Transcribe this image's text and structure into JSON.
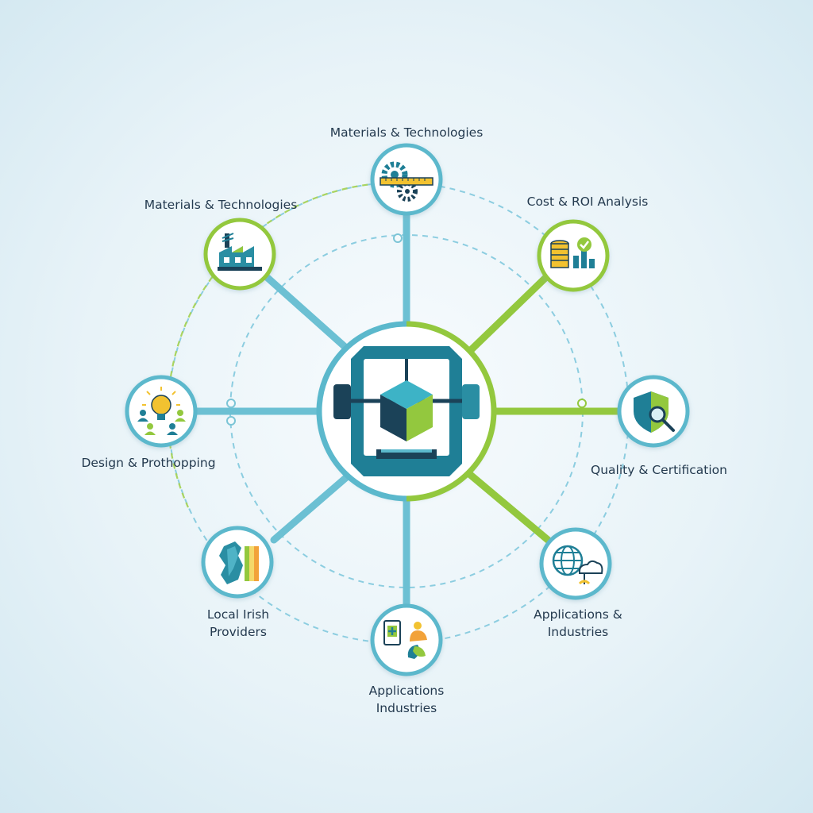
{
  "colors": {
    "teal": "#5bb8cc",
    "green": "#93c83e",
    "dark_teal": "#1f7f96",
    "navy": "#1b4258",
    "dashed_outer": "#8ccde0",
    "dashed_green": "#a9d45f",
    "text": "#243a4f"
  },
  "hub": {
    "icon": "3d-printer-icon"
  },
  "nodes": [
    {
      "id": "top",
      "lines": [
        "Materials & Technologies"
      ],
      "icon": "gear-ruler-icon",
      "ring": "teal"
    },
    {
      "id": "top-left",
      "lines": [
        "Materials & Technologies"
      ],
      "icon": "factory-icon",
      "ring": "green"
    },
    {
      "id": "top-right",
      "lines": [
        "Cost & ROI Analysis"
      ],
      "icon": "coins-chart-icon",
      "ring": "green"
    },
    {
      "id": "left",
      "lines": [
        "Design & Prothopping"
      ],
      "icon": "lightbulb-team-icon",
      "ring": "teal"
    },
    {
      "id": "right",
      "lines": [
        "Quality & Certification"
      ],
      "icon": "shield-magnifier-icon",
      "ring": "teal"
    },
    {
      "id": "bottom-left",
      "lines": [
        "Local Irish",
        "Providers"
      ],
      "icon": "ireland-map-icon",
      "ring": "teal"
    },
    {
      "id": "bottom-right",
      "lines": [
        "Applications &",
        "Industries"
      ],
      "icon": "globe-cloud-icon",
      "ring": "teal"
    },
    {
      "id": "bottom",
      "lines": [
        "Applications",
        "Industries"
      ],
      "icon": "tablet-people-icon",
      "ring": "teal"
    }
  ]
}
